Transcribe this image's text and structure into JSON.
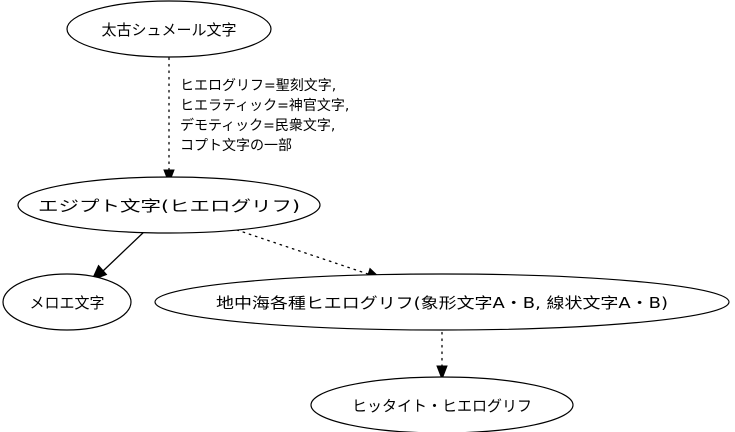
{
  "nodes": {
    "sumerian": "太古シュメール文字",
    "egyptian": "エジプト文字(ヒエログリフ)",
    "meroitic": "メロエ文字",
    "mediterranean": "地中海各種ヒエログリフ(象形文字A・B, 線状文字A・B)",
    "hittite": "ヒッタイト・ヒエログリフ"
  },
  "edge_labels": {
    "sumerian_to_egyptian": [
      "ヒエログリフ=聖刻文字,",
      "ヒエラティック=神官文字,",
      "デモティック=民衆文字,",
      "コプト文字の一部"
    ]
  },
  "colors": {
    "line": "#000000",
    "node_fill": "#ffffff",
    "background": "#ffffff"
  }
}
